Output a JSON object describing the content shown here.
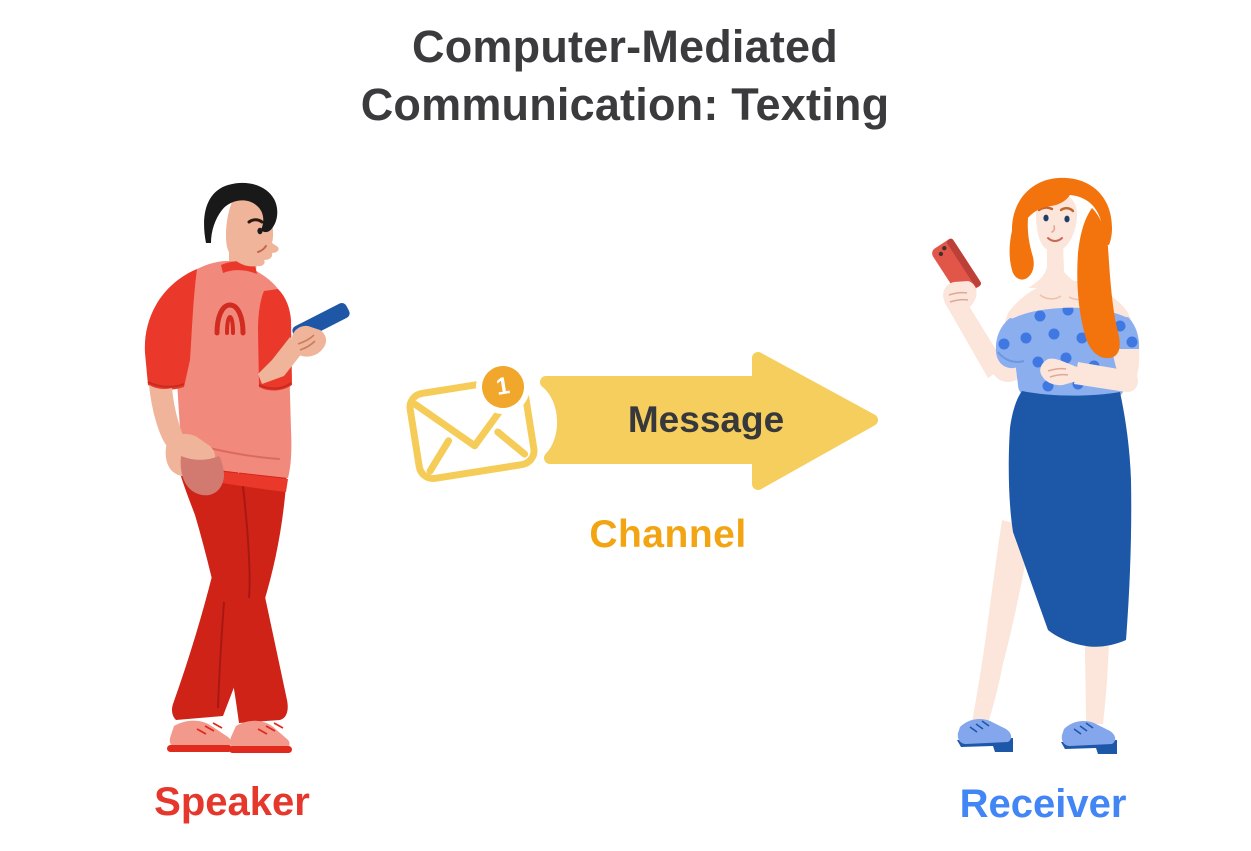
{
  "title": {
    "line1": "Computer-Mediated",
    "line2": "Communication: Texting"
  },
  "labels": {
    "speaker": "Speaker",
    "receiver": "Receiver",
    "channel": "Channel",
    "message": "Message"
  },
  "badge": {
    "count": "1"
  },
  "icons": {
    "envelope": "envelope-icon",
    "notification_badge": "notification-badge",
    "arrow": "message-arrow"
  },
  "figures": {
    "speaker_figure": "man in red outfit looking down at a blue phone",
    "receiver_figure": "woman with orange hair in blue polka-dot top holding a red phone"
  },
  "colors": {
    "title_text": "#3B3B3E",
    "arrow_fill": "#F6CE5D",
    "envelope_stroke": "#F6CC59",
    "badge_fill": "#F0A72B",
    "channel_text": "#F2A412",
    "message_text": "#37383C",
    "speaker_text": "#E5372B",
    "receiver_text": "#4285F4",
    "background": "#FFFFFF"
  }
}
